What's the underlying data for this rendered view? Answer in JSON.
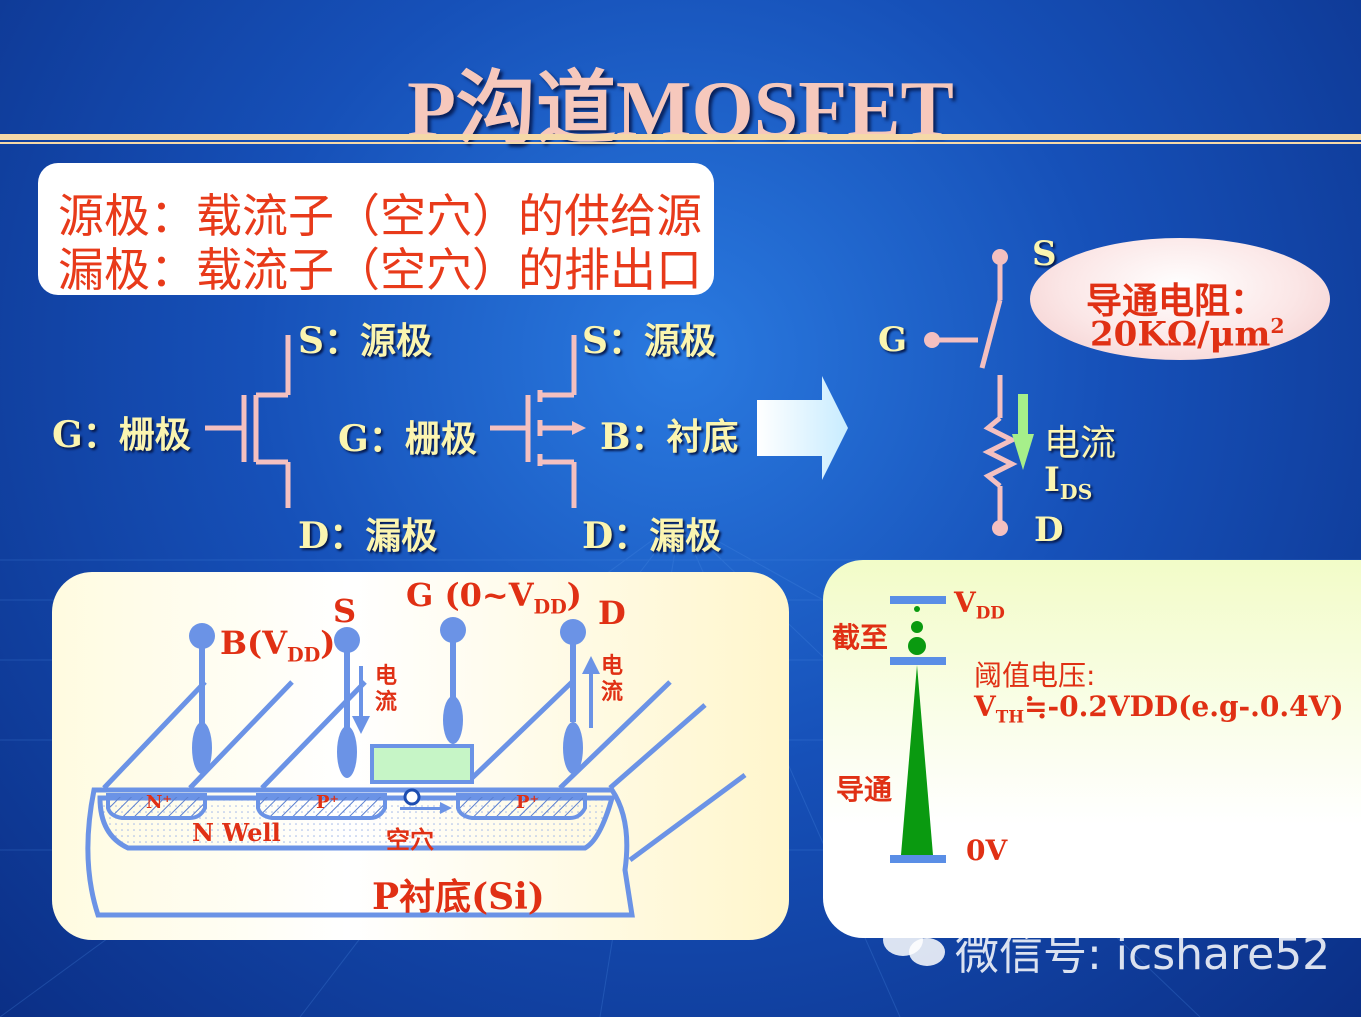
{
  "title": "P沟道MOSFET",
  "definitions": {
    "source_line": "源极：载流子（空穴）的供给源",
    "drain_line": "漏极：载流子（空穴）的排出口"
  },
  "symbol1": {
    "s": "S：源极",
    "g": "G：栅极",
    "d": "D：漏极"
  },
  "symbol2": {
    "s": "S：源极",
    "g": "G：栅极",
    "b": "B：衬底",
    "d": "D：漏极"
  },
  "switch_model": {
    "s": "S",
    "g": "G",
    "d": "D",
    "current": "电流",
    "ids_main": "I",
    "ids_sub": "DS",
    "resistance_line1": "导通电阻：",
    "resistance_line2": "20KΩ/μm",
    "resistance_sup": "2"
  },
  "cross_section": {
    "b_main": "B(V",
    "b_sub": "DD",
    "b_end": ")",
    "s": "S",
    "g_main": "G (0~V",
    "g_sub": "DD",
    "g_end": ")",
    "d": "D",
    "current_left": "电流",
    "current_right": "电流",
    "n_plus": "N⁺",
    "p_plus_left": "P⁺",
    "p_plus_right": "P⁺",
    "n_well": "N Well",
    "hole": "空穴",
    "substrate": "P衬底(Si)"
  },
  "threshold": {
    "vdd_main": "V",
    "vdd_sub": "DD",
    "cutoff": "截至",
    "threshold_label": "阈值电压:",
    "vth_main": "V",
    "vth_sub": "TH",
    "vth_value": "≒-0.2VDD(e.g-.0.4V)",
    "on": "导通",
    "zero": "0V"
  },
  "watermark": "微信号: icshare52"
}
